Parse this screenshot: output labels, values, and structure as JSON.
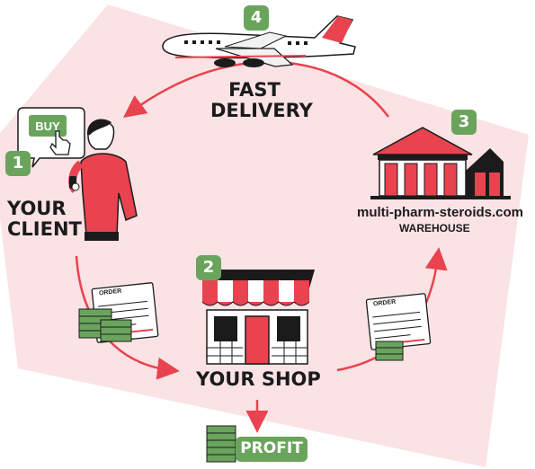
{
  "colors": {
    "accent_red": "#e8434f",
    "accent_green": "#6aa45c",
    "pink_bg": "#fbe2e4",
    "dark": "#1b1b1b"
  },
  "steps": [
    {
      "number": "1",
      "label_line1": "YOUR",
      "label_line2": "CLIENT"
    },
    {
      "number": "2",
      "label": "YOUR SHOP"
    },
    {
      "number": "3",
      "label_site": "multi-pharm-steroids.com",
      "label_sub": "WAREHOUSE"
    },
    {
      "number": "4",
      "label_line1": "FAST",
      "label_line2": "DELIVERY"
    }
  ],
  "client_bubble": {
    "button_label": "BUY"
  },
  "order_cards": [
    {
      "label": "ORDER"
    },
    {
      "label": "ORDER"
    }
  ],
  "profit": {
    "label": "PROFIT"
  },
  "icons": [
    "airplane-icon",
    "warehouse-icon",
    "shop-icon",
    "client-person-icon",
    "cursor-hand-icon",
    "money-stack-icon",
    "order-card-icon"
  ]
}
